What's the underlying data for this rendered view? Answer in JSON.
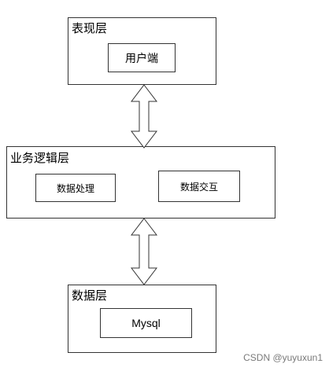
{
  "layers": {
    "presentation": {
      "title": "表现层",
      "component": "用户端"
    },
    "business": {
      "title": "业务逻辑层",
      "components": [
        "数据处理",
        "数据交互"
      ]
    },
    "data": {
      "title": "数据层",
      "component": "Mysql"
    }
  },
  "watermark": "CSDN @yuyuxun1"
}
